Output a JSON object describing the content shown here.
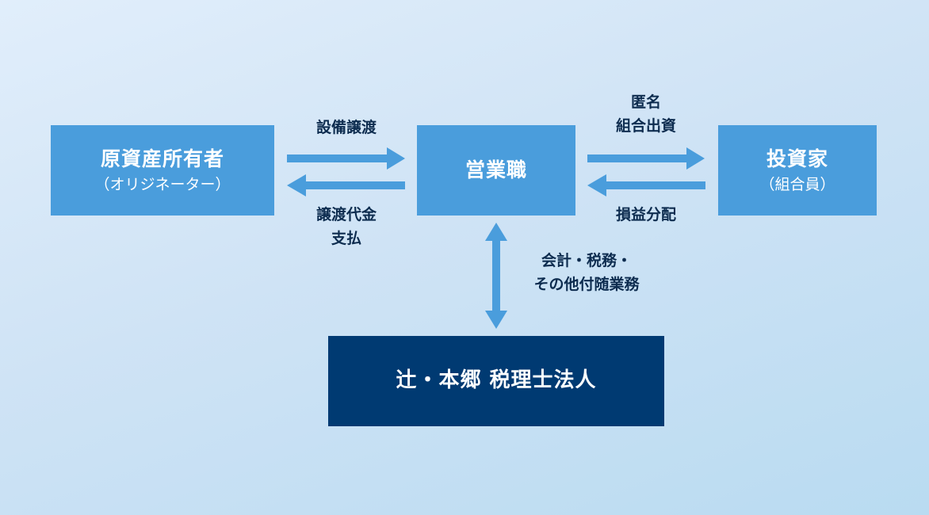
{
  "nodes": {
    "originator": {
      "title": "原資産所有者",
      "subtitle": "（オリジネーター）"
    },
    "sales": {
      "title": "営業職"
    },
    "investor": {
      "title": "投資家",
      "subtitle": "（組合員）"
    },
    "firm": {
      "title": "辻・本郷 税理士法人"
    }
  },
  "edges": {
    "equipment_transfer": {
      "line1": "設備譲渡"
    },
    "transfer_payment": {
      "line1": "譲渡代金",
      "line2": "支払"
    },
    "anonymous_investment": {
      "line1": "匿名",
      "line2": "組合出資"
    },
    "profit_distribution": {
      "line1": "損益分配"
    },
    "services": {
      "line1": "会計・税務・",
      "line2": "その他付随業務"
    }
  },
  "colors": {
    "box_light": "#4a9ddc",
    "box_dark": "#003a72",
    "arrow": "#4a9ddc",
    "label_text": "#0d2c4f"
  }
}
